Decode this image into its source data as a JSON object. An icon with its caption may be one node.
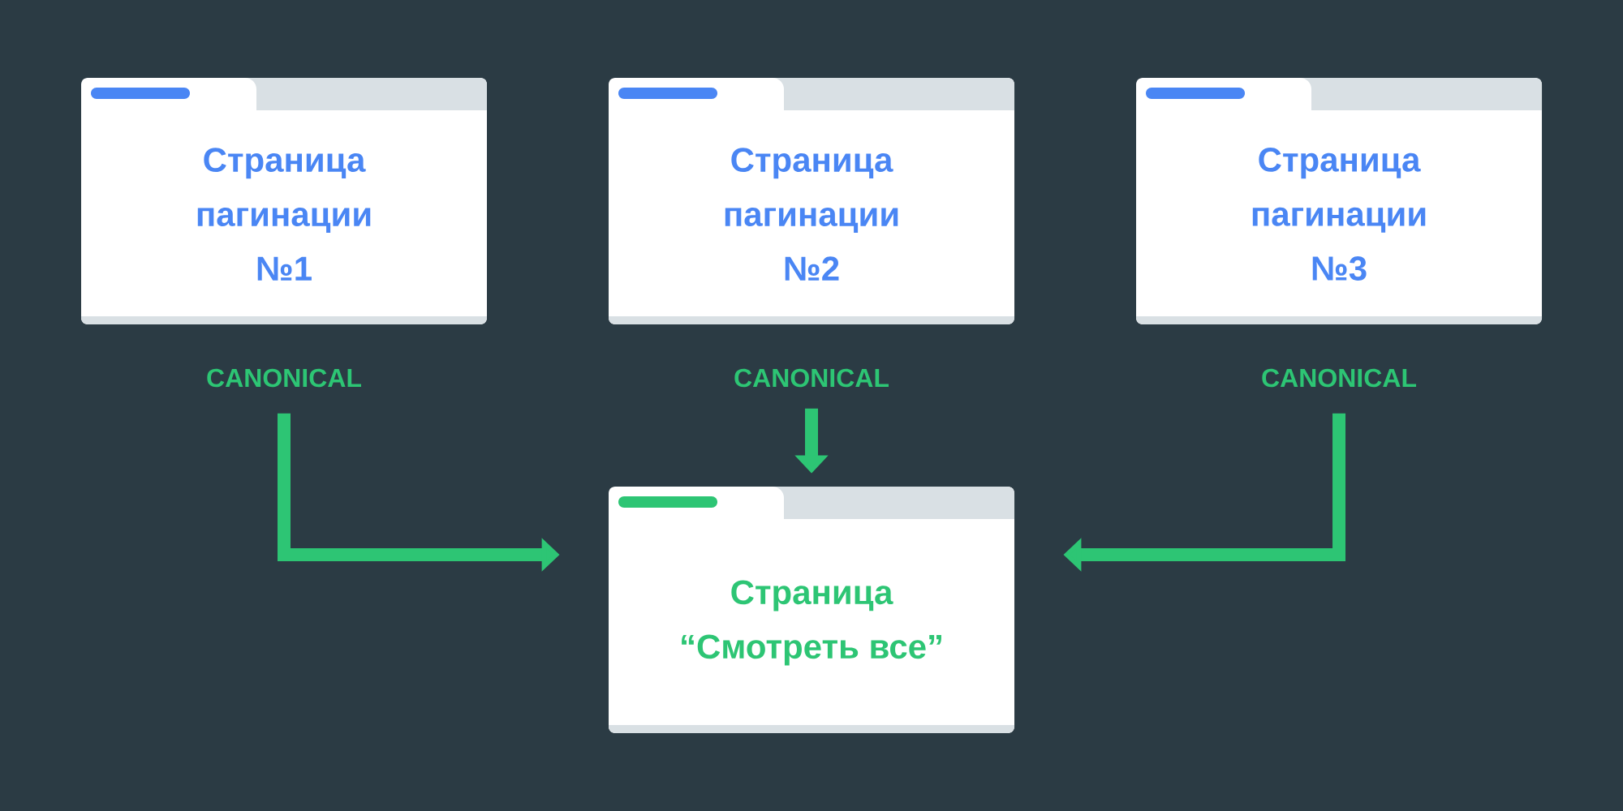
{
  "diagram": {
    "nodes": [
      {
        "text": [
          "Страница пагинации №1"
        ]
      },
      {
        "text": [
          "Страница пагинации №2"
        ]
      },
      {
        "text": [
          "Страница пагинации №3"
        ]
      },
      {
        "text": [
          "CANONICAL"
        ]
      },
      {
        "text": [
          "CANONICAL"
        ]
      },
      {
        "text": [
          "CANONICAL"
        ]
      },
      {
        "text": [
          "Страница “Смотреть все”"
        ]
      }
    ],
    "edges": [
      {
        "from": 3,
        "to": 6,
        "arrow": "to"
      },
      {
        "from": 4,
        "to": 6,
        "arrow": "to"
      },
      {
        "from": 5,
        "to": 6,
        "arrow": "to"
      }
    ]
  }
}
